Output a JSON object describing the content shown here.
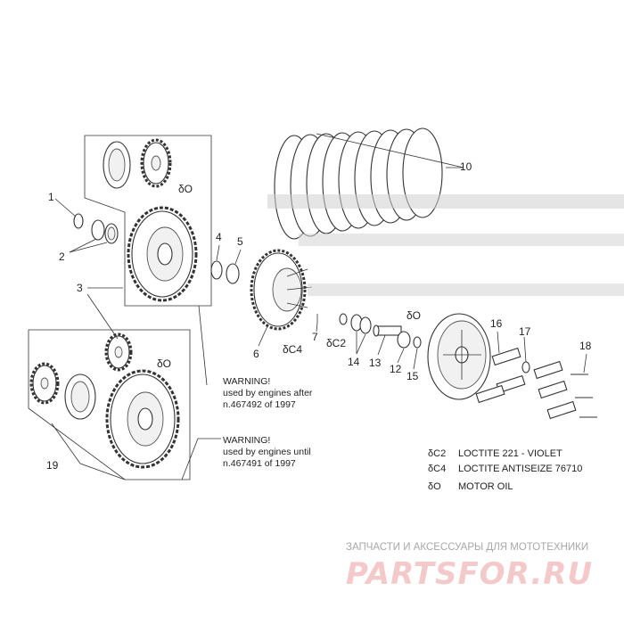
{
  "callouts": {
    "p1": "1",
    "p2": "2",
    "p3": "3",
    "p4": "4",
    "p5": "5",
    "p6": "6",
    "p7": "7",
    "p10": "10",
    "p12": "12",
    "p13": "13",
    "p14": "14",
    "p15": "15",
    "p16": "16",
    "p17": "17",
    "p18": "18",
    "p19": "19"
  },
  "symbols": {
    "oil": "δO",
    "c2": "δC2",
    "c4": "δC4"
  },
  "warnings": [
    {
      "title": "WARNING!",
      "line1": "used by engines after",
      "line2": "n.467492 of 1997"
    },
    {
      "title": "WARNING!",
      "line1": "used by engines until",
      "line2": "n.467491 of 1997"
    }
  ],
  "legend": [
    {
      "code": "δC2",
      "text": "LOCTITE 221 - VIOLET"
    },
    {
      "code": "δC4",
      "text": "LOCTITE ANTISEIZE 76710"
    },
    {
      "code": "δO",
      "text": "MOTOR OIL"
    }
  ],
  "watermark": {
    "caption": "ЗАПЧАСТИ И АКСЕССУАРЫ ДЛЯ МОТОТЕХНИКИ",
    "logo": "PARTSFOR.RU"
  },
  "colors": {
    "line": "#333333",
    "watermark_text": "#a8a8a8",
    "watermark_logo": "#f3c9c9"
  }
}
